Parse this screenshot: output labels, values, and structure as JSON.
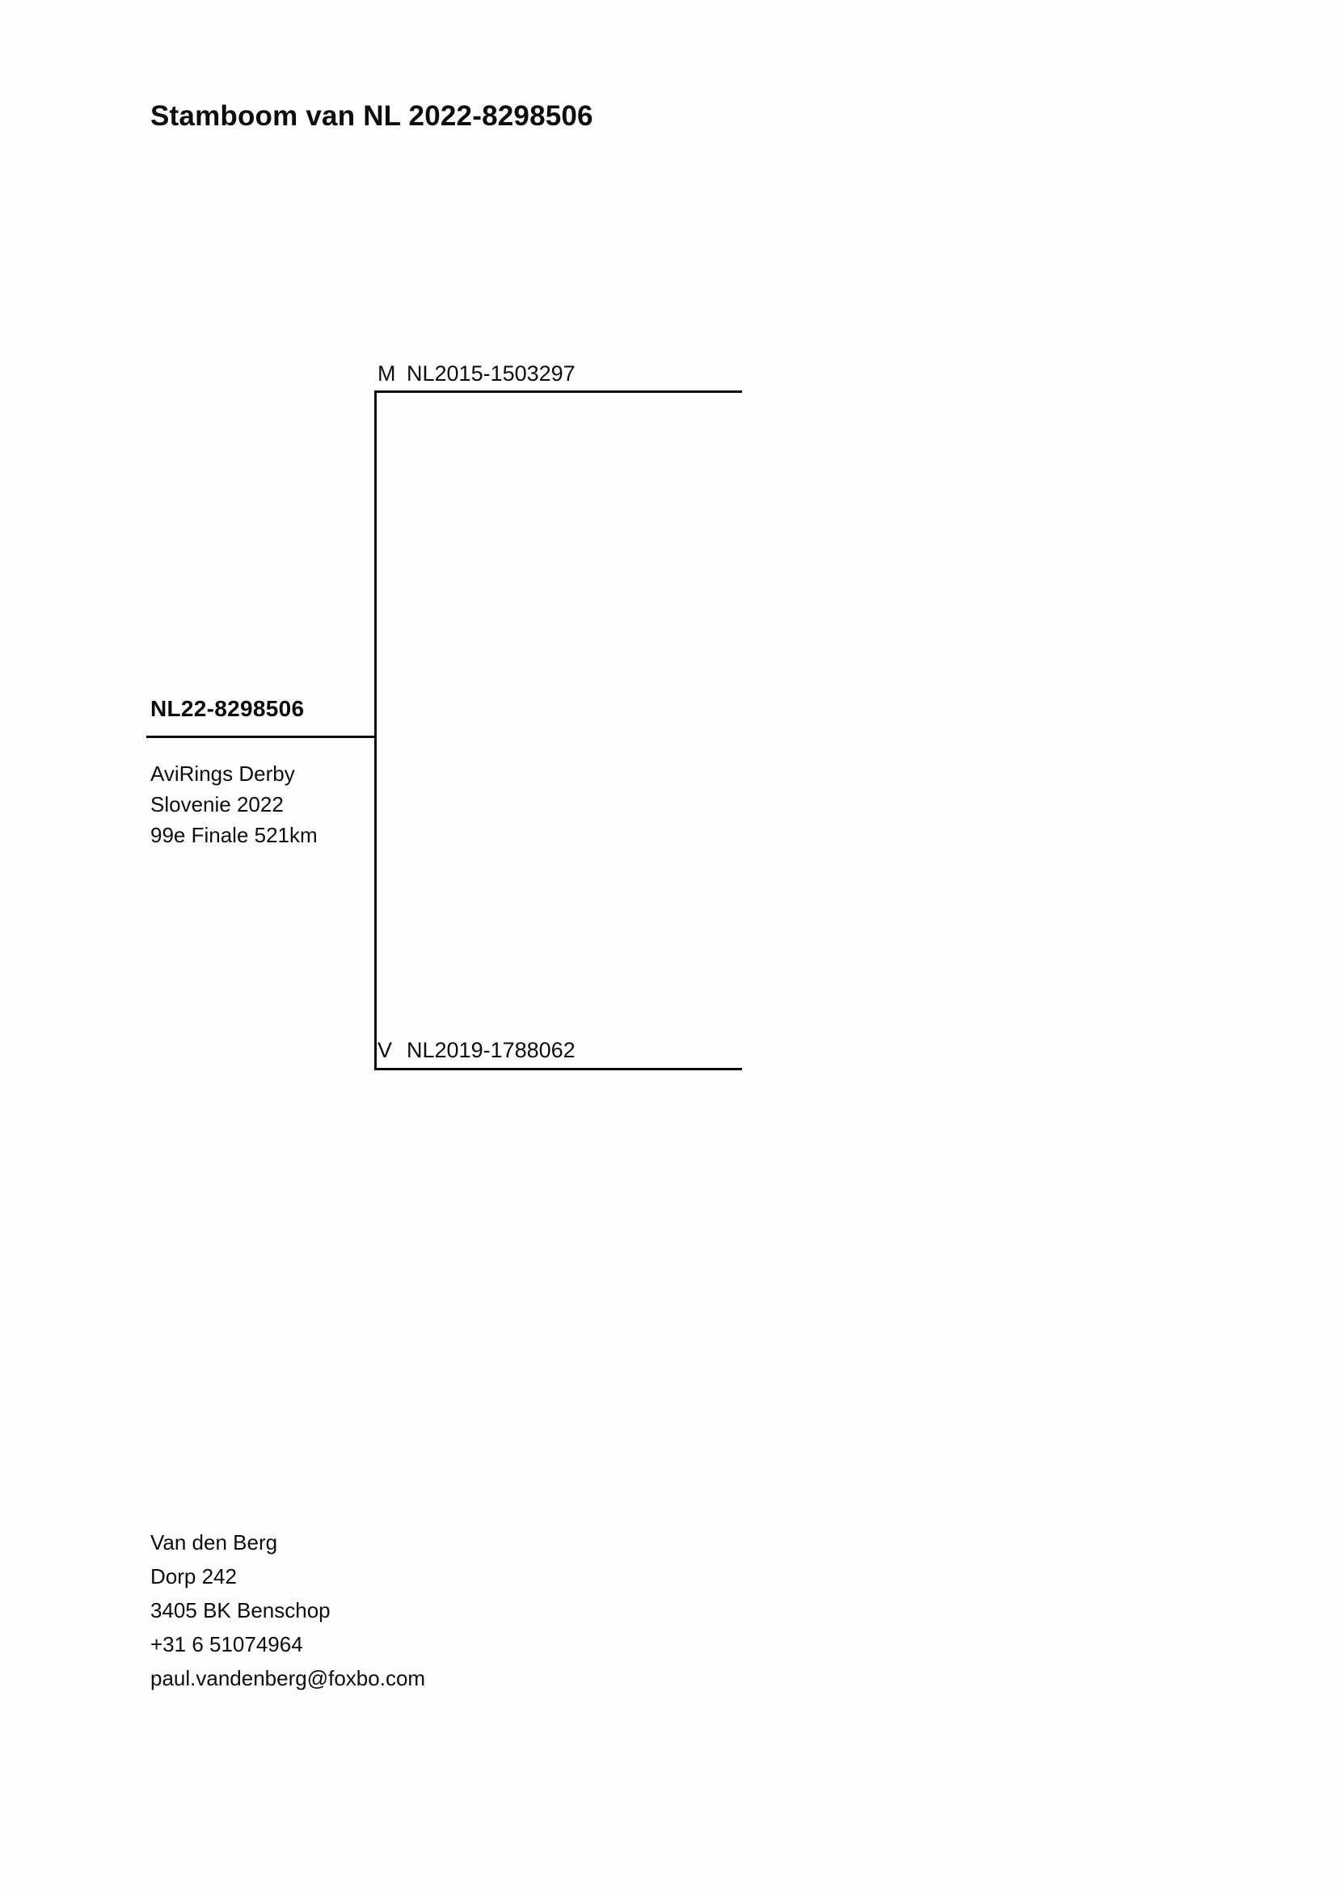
{
  "document": {
    "title": "Stamboom van NL 2022-8298506",
    "page_background": "#fefefe",
    "ink_color": "#0a0a0a"
  },
  "pedigree": {
    "subject": {
      "ring": "NL22-8298506",
      "details": [
        "AviRings Derby",
        "Slovenie 2022",
        "99e Finale 521km"
      ]
    },
    "parents": [
      {
        "gender_code": "M",
        "ring": "NL2015-1503297"
      },
      {
        "gender_code": "V",
        "ring": "NL2019-1788062"
      }
    ]
  },
  "owner": {
    "lines": [
      "Van den Berg",
      "Dorp 242",
      "3405 BK  Benschop",
      "+31 6 51074964",
      "paul.vandenberg@foxbo.com"
    ]
  }
}
